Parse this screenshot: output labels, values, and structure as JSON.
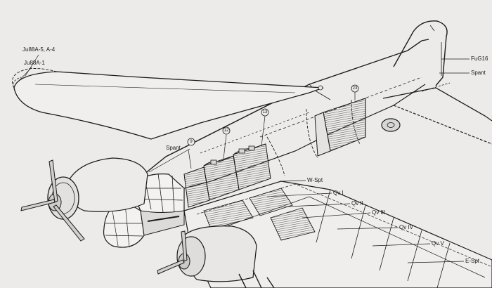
{
  "labels": {
    "variant_a5_a4": "Ju88A-5, A-4",
    "variant_a1": "Ju88A-1",
    "fug16": "FuG16",
    "spant_tail": "Spant",
    "spant_mid": "Spant",
    "w_spt": "W-Spt",
    "qv1": "Qv I",
    "qv2": "Qv II",
    "qv3": "Qv III",
    "qv4": "Qv IV",
    "qv5": "Qv V",
    "e_spt": "E-Spt"
  },
  "callouts": {
    "tank_9": "9",
    "tank_12": "12",
    "tank_13": "13",
    "frame_23": "23"
  },
  "colors": {
    "paper": "#ecebea",
    "ink": "#1b1b1b",
    "hatch": "#6e6e6e"
  }
}
